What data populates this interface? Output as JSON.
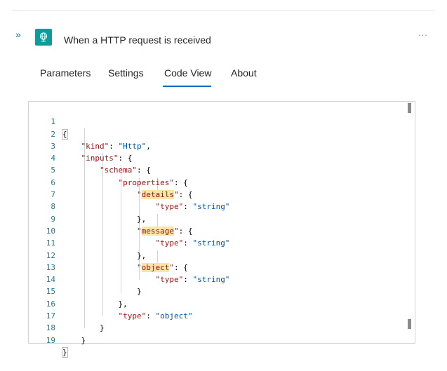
{
  "header": {
    "collapse_glyph": "»",
    "title": "When a HTTP request is received",
    "more_glyph": "...",
    "trigger_icon": "globe-request-icon",
    "trigger_color": "#0f9b9b"
  },
  "tabs": [
    {
      "label": "Parameters",
      "active": false
    },
    {
      "label": "Settings",
      "active": false
    },
    {
      "label": "Code View",
      "active": true
    },
    {
      "label": "About",
      "active": false
    }
  ],
  "colors": {
    "accent": "#0f6cbd",
    "highlight": "#f8e6a8",
    "key": "#a31515",
    "value": "#0451a5",
    "line_number": "#237893"
  },
  "code": {
    "line_numbers": [
      "1",
      "2",
      "3",
      "4",
      "5",
      "6",
      "7",
      "8",
      "9",
      "10",
      "11",
      "12",
      "13",
      "14",
      "15",
      "16",
      "17",
      "18",
      "19"
    ],
    "tokens": {
      "open_brace": "{",
      "kind_key": "\"kind\"",
      "kind_val": "\"Http\"",
      "inputs_key": "\"inputs\"",
      "schema_key": "\"schema\"",
      "properties_key": "\"properties\"",
      "details_key": "details",
      "type_key": "\"type\"",
      "string_val": "\"string\"",
      "message_key": "message",
      "object_key": "object",
      "object_val": "\"object\"",
      "close_brace": "}",
      "close_brace_comma": "},"
    }
  }
}
